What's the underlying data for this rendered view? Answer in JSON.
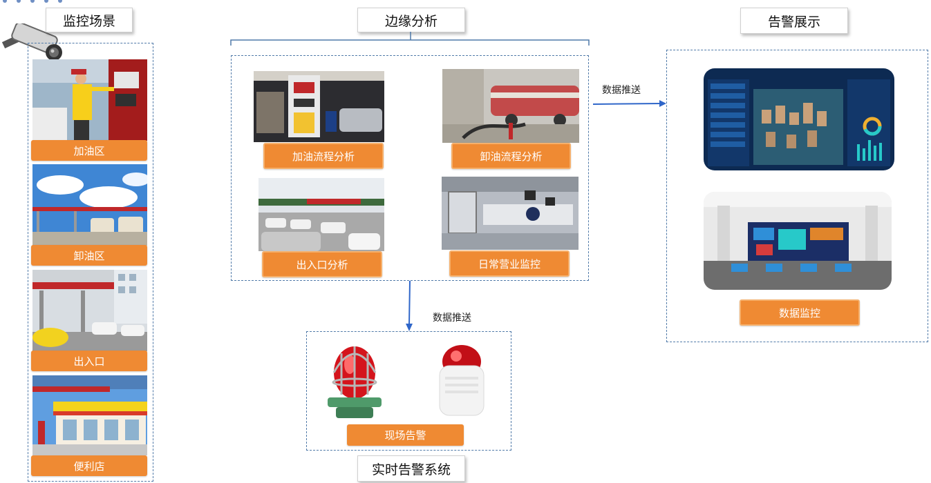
{
  "sections": {
    "monitor": "监控场景",
    "edge": "边缘分析",
    "alert_display": "告警展示",
    "realtime": "实时告警系统"
  },
  "zones": [
    "加油区",
    "卸油区",
    "出入口",
    "便利店"
  ],
  "analysis": {
    "refuel": "加油流程分析",
    "unload": "卸油流程分析",
    "gate": "出入口分析",
    "daily": "日常营业监控"
  },
  "push_label": "数据推送",
  "display_label": "数据监控",
  "alarm_label": "现场告警",
  "colors": {
    "accent": "#ef8a33",
    "dash": "#4f79a8",
    "arrow": "#2f66c9"
  }
}
